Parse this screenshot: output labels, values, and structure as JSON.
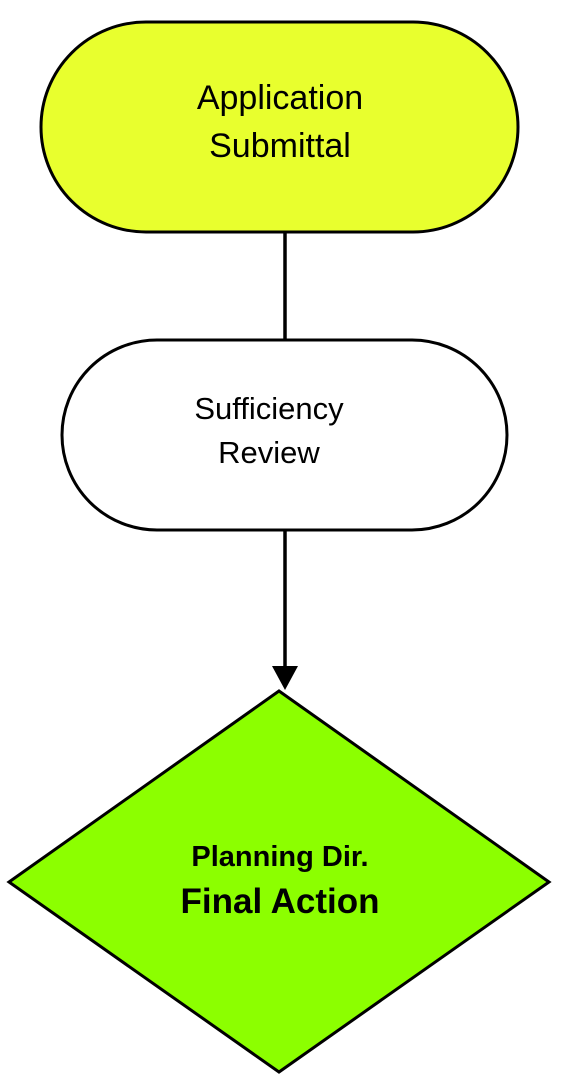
{
  "diagram": {
    "nodes": {
      "application_submittal": {
        "lines": [
          "Application",
          "Submittal"
        ],
        "fill": "#E8FF2E"
      },
      "sufficiency_review": {
        "lines": [
          "Sufficiency",
          "Review"
        ],
        "fill": "#FFFFFF"
      },
      "final_action": {
        "lines": [
          "Planning Dir.",
          "Final Action"
        ],
        "fill": "#8CFF00"
      }
    },
    "edges": [
      {
        "from": "application_submittal",
        "to": "sufficiency_review",
        "arrow": false
      },
      {
        "from": "sufficiency_review",
        "to": "final_action",
        "arrow": true
      }
    ],
    "stroke_color": "#000000"
  }
}
